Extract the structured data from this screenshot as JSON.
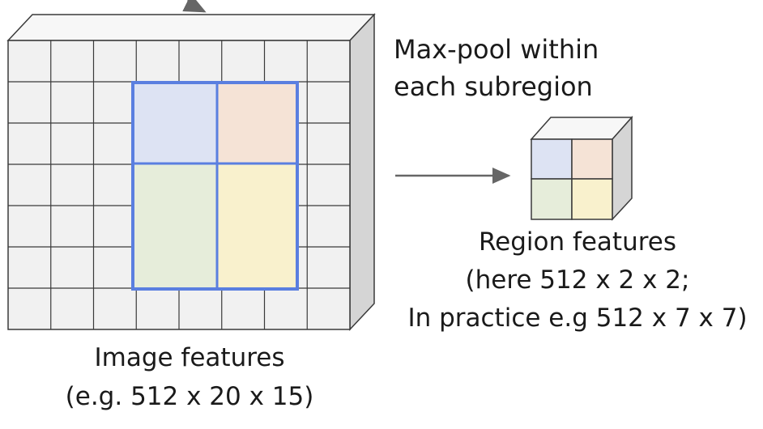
{
  "labels": {
    "maxpool_line1": "Max-pool within",
    "maxpool_line2": "each subregion",
    "region_line1": "Region features",
    "region_line2": "(here 512 x 2 x 2;",
    "region_line3": "In practice e.g 512 x 7 x 7)",
    "image_line1": "Image features",
    "image_line2": "(e.g. 512 x 20 x 15)"
  },
  "colors": {
    "grid_face": "#f1f1f1",
    "grid_line": "#3a3a3a",
    "cube_top": "#f7f7f7",
    "cube_side": "#d5d5d5",
    "region_border": "#5a7fe0",
    "subregion_blue": "#dde3f3",
    "subregion_peach": "#f5e3d6",
    "subregion_green": "#e6edda",
    "subregion_yellow": "#f9f1cd",
    "arrow": "#666666"
  },
  "icons": {
    "incoming_arrow": "curved-arrow-icon",
    "pool_arrow": "right-arrow-icon"
  }
}
